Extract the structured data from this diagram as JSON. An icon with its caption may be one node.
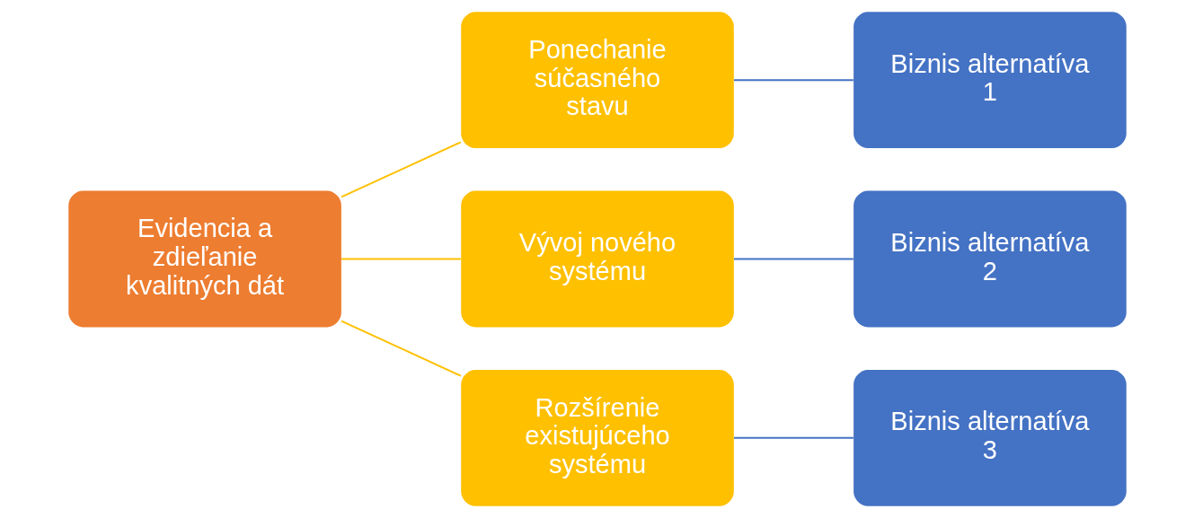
{
  "diagram": {
    "nodes": [
      {
        "text": [
          "Evidencia a zdieľanie kvalitných dát"
        ]
      },
      {
        "text": [
          "Ponechanie súčasného stavu"
        ]
      },
      {
        "text": [
          "Vývoj nového systému"
        ]
      },
      {
        "text": [
          "Rozšírenie existujúceho systému"
        ]
      },
      {
        "text": [
          "Biznis alternatíva 1"
        ]
      },
      {
        "text": [
          "Biznis alternatíva 2"
        ]
      },
      {
        "text": [
          "Biznis alternatíva 3"
        ]
      }
    ],
    "edges": [
      {
        "from": 0,
        "to": 1,
        "arrow": "none",
        "color": "#ffc000"
      },
      {
        "from": 0,
        "to": 2,
        "arrow": "none",
        "color": "#ffc000"
      },
      {
        "from": 0,
        "to": 3,
        "arrow": "none",
        "color": "#ffc000"
      },
      {
        "from": 1,
        "to": 4,
        "arrow": "none",
        "color": "#4472c4"
      },
      {
        "from": 2,
        "to": 5,
        "arrow": "none",
        "color": "#4472c4"
      },
      {
        "from": 3,
        "to": 6,
        "arrow": "none",
        "color": "#4472c4"
      }
    ]
  }
}
